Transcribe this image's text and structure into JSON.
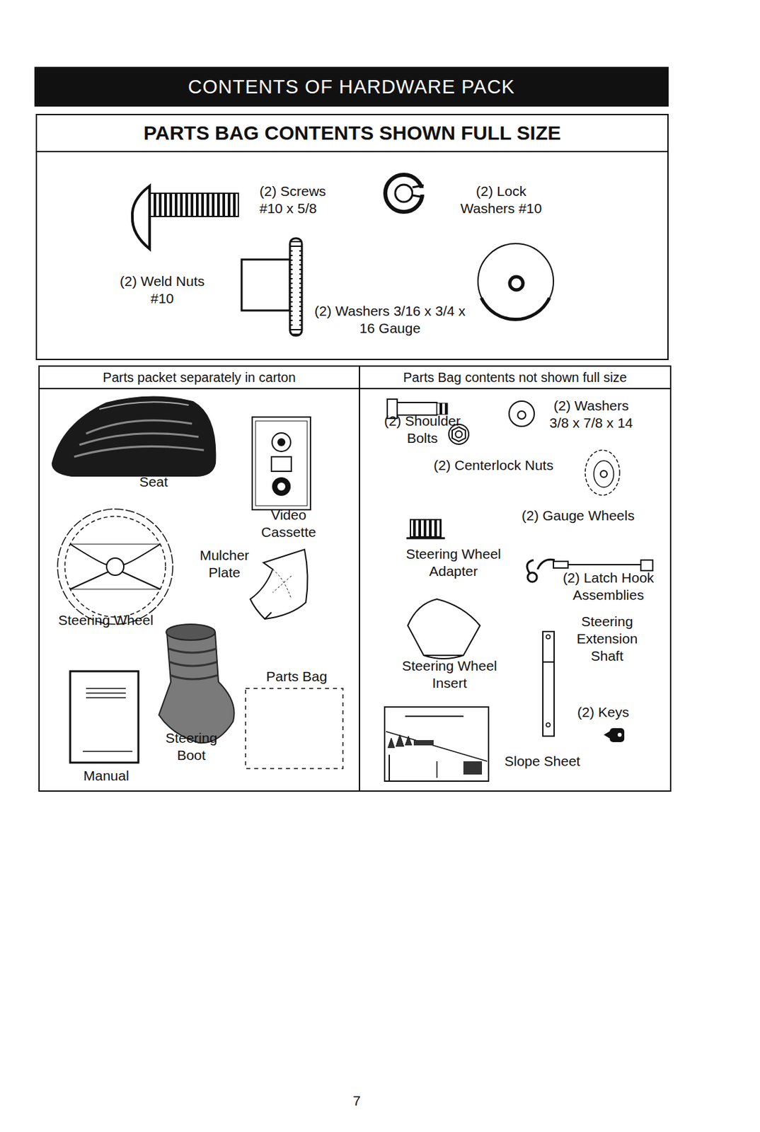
{
  "diagram": {
    "title": "CONTENTS OF HARDWARE PACK",
    "nodes": [
      {
        "text": [
          "PARTS BAG CONTENTS SHOWN FULL SIZE"
        ]
      },
      {
        "text": [
          "Parts packet separately in carton"
        ]
      },
      {
        "text": [
          "Parts Bag contents not shown full size"
        ]
      }
    ],
    "labels": [
      "(2) Screws #10 x 5/8",
      "(2) Lock Washers #10",
      "(2) Weld Nuts #10",
      "(2) Washers 3/16 x 3/4 x 16 Gauge",
      "Seat",
      "Video Cassette",
      "Mulcher Plate",
      "Steering Wheel",
      "Parts Bag",
      "Steering Boot",
      "Manual",
      "(2) Shoulder Bolts",
      "(2) Washers 3/8 x 7/8 x 14",
      "(2) Centerlock Nuts",
      "(2) Gauge Wheels",
      "Steering Wheel Adapter",
      "(2) Latch Hook Assemblies",
      "Steering Extension Shaft",
      "Steering Wheel Insert",
      "(2) Keys",
      "Slope Sheet",
      "7"
    ]
  }
}
